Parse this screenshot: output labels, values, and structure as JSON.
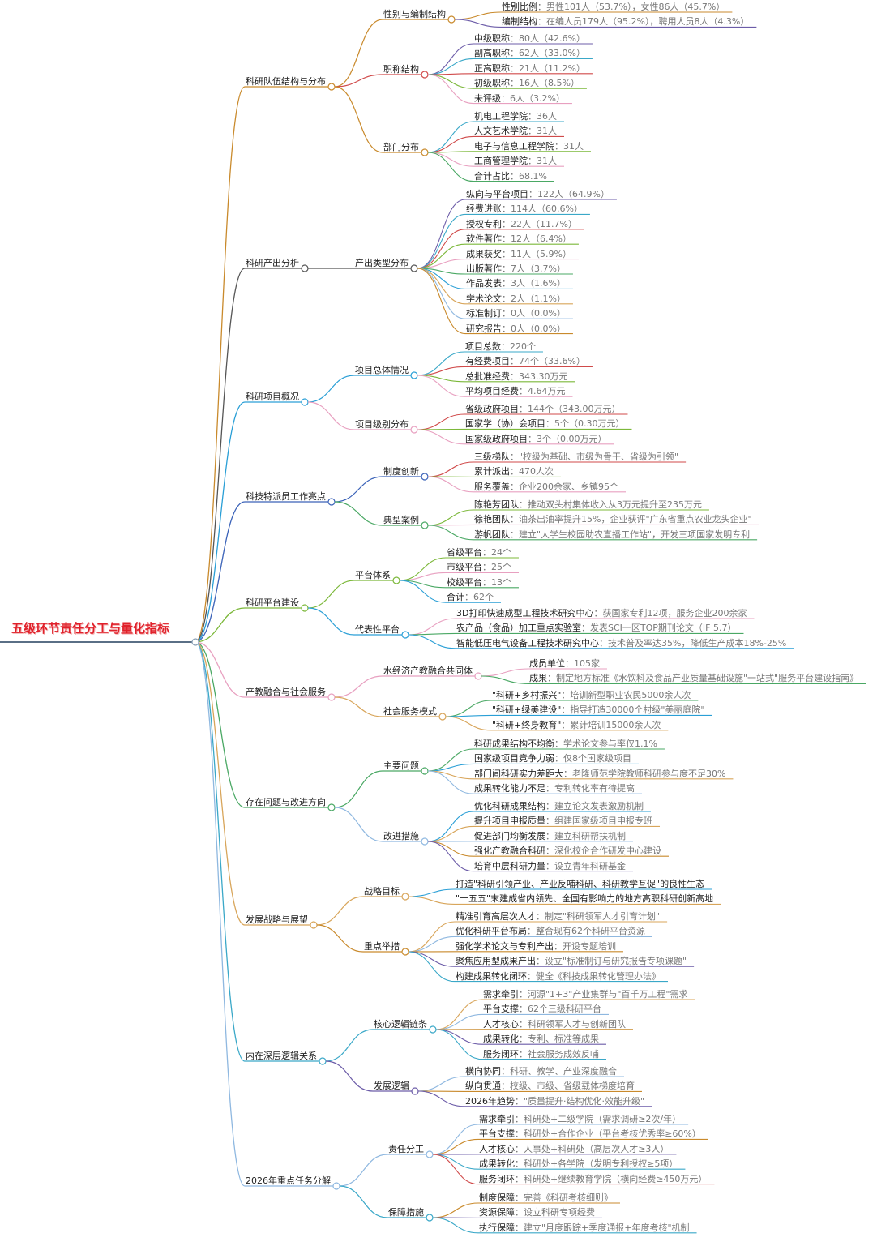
{
  "root": "五级环节责任分工与量化指标",
  "colors": {
    "root_text": "#e0202a",
    "text": "#222222",
    "value_text": "#777777",
    "branches": [
      "#c98a2c",
      "#555555",
      "#2a9fd6",
      "#3a62b8",
      "#7cb83a",
      "#e8a0c0",
      "#4aa864",
      "#d8a55a",
      "#3aa8c8",
      "#8fb8e0"
    ]
  },
  "mindmap": {
    "branches": [
      {
        "label": "科研队伍结构与分布",
        "children": [
          {
            "label": "性别与编制结构",
            "children": [
              {
                "k": "性别比例",
                "v": "男性101人（53.7%），女性86人（45.7%）"
              },
              {
                "k": "编制结构",
                "v": "在编人员179人（95.2%），聘用人员8人（4.3%）"
              }
            ]
          },
          {
            "label": "职称结构",
            "children": [
              {
                "k": "中级职称",
                "v": "80人（42.6%）"
              },
              {
                "k": "副高职称",
                "v": "62人（33.0%）"
              },
              {
                "k": "正高职称",
                "v": "21人（11.2%）"
              },
              {
                "k": "初级职称",
                "v": "16人（8.5%）"
              },
              {
                "k": "未评级",
                "v": "6人（3.2%）"
              }
            ]
          },
          {
            "label": "部门分布",
            "children": [
              {
                "k": "机电工程学院",
                "v": "36人"
              },
              {
                "k": "人文艺术学院",
                "v": "31人"
              },
              {
                "k": "电子与信息工程学院",
                "v": "31人"
              },
              {
                "k": "工商管理学院",
                "v": "31人"
              },
              {
                "k": "合计占比",
                "v": "68.1%"
              }
            ]
          }
        ]
      },
      {
        "label": "科研产出分析",
        "children": [
          {
            "label": "产出类型分布",
            "children": [
              {
                "k": "纵向与平台项目",
                "v": "122人（64.9%）"
              },
              {
                "k": "经费进账",
                "v": "114人（60.6%）"
              },
              {
                "k": "授权专利",
                "v": "22人（11.7%）"
              },
              {
                "k": "软件著作",
                "v": "12人（6.4%）"
              },
              {
                "k": "成果获奖",
                "v": "11人（5.9%）"
              },
              {
                "k": "出版著作",
                "v": "7人（3.7%）"
              },
              {
                "k": "作品发表",
                "v": "3人（1.6%）"
              },
              {
                "k": "学术论文",
                "v": "2人（1.1%）"
              },
              {
                "k": "标准制订",
                "v": "0人（0.0%）"
              },
              {
                "k": "研究报告",
                "v": "0人（0.0%）"
              }
            ]
          }
        ]
      },
      {
        "label": "科研项目概况",
        "children": [
          {
            "label": "项目总体情况",
            "children": [
              {
                "k": "项目总数",
                "v": "220个"
              },
              {
                "k": "有经费项目",
                "v": "74个（33.6%）"
              },
              {
                "k": "总批准经费",
                "v": "343.30万元"
              },
              {
                "k": "平均项目经费",
                "v": "4.64万元"
              }
            ]
          },
          {
            "label": "项目级别分布",
            "children": [
              {
                "k": "省级政府项目",
                "v": "144个（343.00万元）"
              },
              {
                "k": "国家学（协）会项目",
                "v": "5个（0.30万元）"
              },
              {
                "k": "国家级政府项目",
                "v": "3个（0.00万元）"
              }
            ]
          }
        ]
      },
      {
        "label": "科技特派员工作亮点",
        "children": [
          {
            "label": "制度创新",
            "children": [
              {
                "k": "三级梯队",
                "v": "\"校级为基础、市级为骨干、省级为引领\""
              },
              {
                "k": "累计派出",
                "v": "470人次"
              },
              {
                "k": "服务覆盖",
                "v": "企业200余家、乡镇95个"
              }
            ]
          },
          {
            "label": "典型案例",
            "children": [
              {
                "k": "陈艳芳团队",
                "v": "推动双头村集体收入从3万元提升至235万元"
              },
              {
                "k": "徐艳团队",
                "v": "油茶出油率提升15%，企业获评\"广东省重点农业龙头企业\""
              },
              {
                "k": "游帆团队",
                "v": "建立\"大学生校园助农直播工作站\"，开发三项国家发明专利"
              }
            ]
          }
        ]
      },
      {
        "label": "科研平台建设",
        "children": [
          {
            "label": "平台体系",
            "children": [
              {
                "k": "省级平台",
                "v": "24个"
              },
              {
                "k": "市级平台",
                "v": "25个"
              },
              {
                "k": "校级平台",
                "v": "13个"
              },
              {
                "k": "合计",
                "v": "62个"
              }
            ]
          },
          {
            "label": "代表性平台",
            "children": [
              {
                "k": "3D打印快速成型工程技术研究中心",
                "v": "获国家专利12项，服务企业200余家"
              },
              {
                "k": "农产品（食品）加工重点实验室",
                "v": "发表SCI一区TOP期刊论文（IF 5.7）"
              },
              {
                "k": "智能低压电气设备工程技术研究中心",
                "v": "技术普及率达35%，降低生产成本18%-25%"
              }
            ]
          }
        ]
      },
      {
        "label": "产教融合与社会服务",
        "children": [
          {
            "label": "水经济产教融合共同体",
            "children": [
              {
                "k": "成员单位",
                "v": "105家"
              },
              {
                "k": "成果",
                "v": "制定地方标准《水饮料及食品产业质量基础设施\"一站式\"服务平台建设指南》"
              }
            ]
          },
          {
            "label": "社会服务模式",
            "children": [
              {
                "k": "\"科研+乡村振兴\"",
                "v": "培训新型职业农民5000余人次"
              },
              {
                "k": "\"科研+绿美建设\"",
                "v": "指导打造30000个村级\"美丽庭院\""
              },
              {
                "k": "\"科研+终身教育\"",
                "v": "累计培训15000余人次"
              }
            ]
          }
        ]
      },
      {
        "label": "存在问题与改进方向",
        "children": [
          {
            "label": "主要问题",
            "children": [
              {
                "k": "科研成果结构不均衡",
                "v": "学术论文参与率仅1.1%"
              },
              {
                "k": "国家级项目竞争力弱",
                "v": "仅8个国家级项目"
              },
              {
                "k": "部门间科研实力差距大",
                "v": "老隆师范学院教师科研参与度不足30%"
              },
              {
                "k": "成果转化能力不足",
                "v": "专利转化率有待提高"
              }
            ]
          },
          {
            "label": "改进措施",
            "children": [
              {
                "k": "优化科研成果结构",
                "v": "建立论文发表激励机制"
              },
              {
                "k": "提升项目申报质量",
                "v": "组建国家级项目申报专班"
              },
              {
                "k": "促进部门均衡发展",
                "v": "建立科研帮扶机制"
              },
              {
                "k": "强化产教融合科研",
                "v": "深化校企合作研发中心建设"
              },
              {
                "k": "培育中层科研力量",
                "v": "设立青年科研基金"
              }
            ]
          }
        ]
      },
      {
        "label": "发展战略与展望",
        "children": [
          {
            "label": "战略目标",
            "children": [
              {
                "k": "打造\"科研引领产业、产业反哺科研、科研教学互促\"的良性生态",
                "v": ""
              },
              {
                "k": "\"十五五\"末建成省内领先、全国有影响力的地方高职科研创新高地",
                "v": ""
              }
            ]
          },
          {
            "label": "重点举措",
            "children": [
              {
                "k": "精准引育高层次人才",
                "v": "制定\"科研领军人才引育计划\""
              },
              {
                "k": "优化科研平台布局",
                "v": "整合现有62个科研平台资源"
              },
              {
                "k": "强化学术论文与专利产出",
                "v": "开设专题培训"
              },
              {
                "k": "聚焦应用型成果产出",
                "v": "设立\"标准制订与研究报告专项课题\""
              },
              {
                "k": "构建成果转化闭环",
                "v": "健全《科技成果转化管理办法》"
              }
            ]
          }
        ]
      },
      {
        "label": "内在深层逻辑关系",
        "children": [
          {
            "label": "核心逻辑链条",
            "children": [
              {
                "k": "需求牵引",
                "v": "河源\"1+3\"产业集群与\"百千万工程\"需求"
              },
              {
                "k": "平台支撑",
                "v": "62个三级科研平台"
              },
              {
                "k": "人才核心",
                "v": "科研领军人才与创新团队"
              },
              {
                "k": "成果转化",
                "v": "专利、标准等成果"
              },
              {
                "k": "服务闭环",
                "v": "社会服务成效反哺"
              }
            ]
          },
          {
            "label": "发展逻辑",
            "children": [
              {
                "k": "横向协同",
                "v": "科研、教学、产业深度融合"
              },
              {
                "k": "纵向贯通",
                "v": "校级、市级、省级载体梯度培育"
              },
              {
                "k": "2026年趋势",
                "v": "\"质量提升·结构优化·效能升级\""
              }
            ]
          }
        ]
      },
      {
        "label": "2026年重点任务分解",
        "children": [
          {
            "label": "责任分工",
            "children": [
              {
                "k": "需求牵引",
                "v": "科研处+二级学院（需求调研≥2次/年）"
              },
              {
                "k": "平台支撑",
                "v": "科研处+合作企业（平台考核优秀率≥60%）"
              },
              {
                "k": "人才核心",
                "v": "人事处+科研处（高层次人才≥3人）"
              },
              {
                "k": "成果转化",
                "v": "科研处+各学院（发明专利授权≥5项）"
              },
              {
                "k": "服务闭环",
                "v": "科研处+继续教育学院（横向经费≥450万元）"
              }
            ]
          },
          {
            "label": "保障措施",
            "children": [
              {
                "k": "制度保障",
                "v": "完善《科研考核细则》"
              },
              {
                "k": "资源保障",
                "v": "设立科研专项经费"
              },
              {
                "k": "执行保障",
                "v": "建立\"月度跟踪+季度通报+年度考核\"机制"
              }
            ]
          }
        ]
      }
    ]
  }
}
